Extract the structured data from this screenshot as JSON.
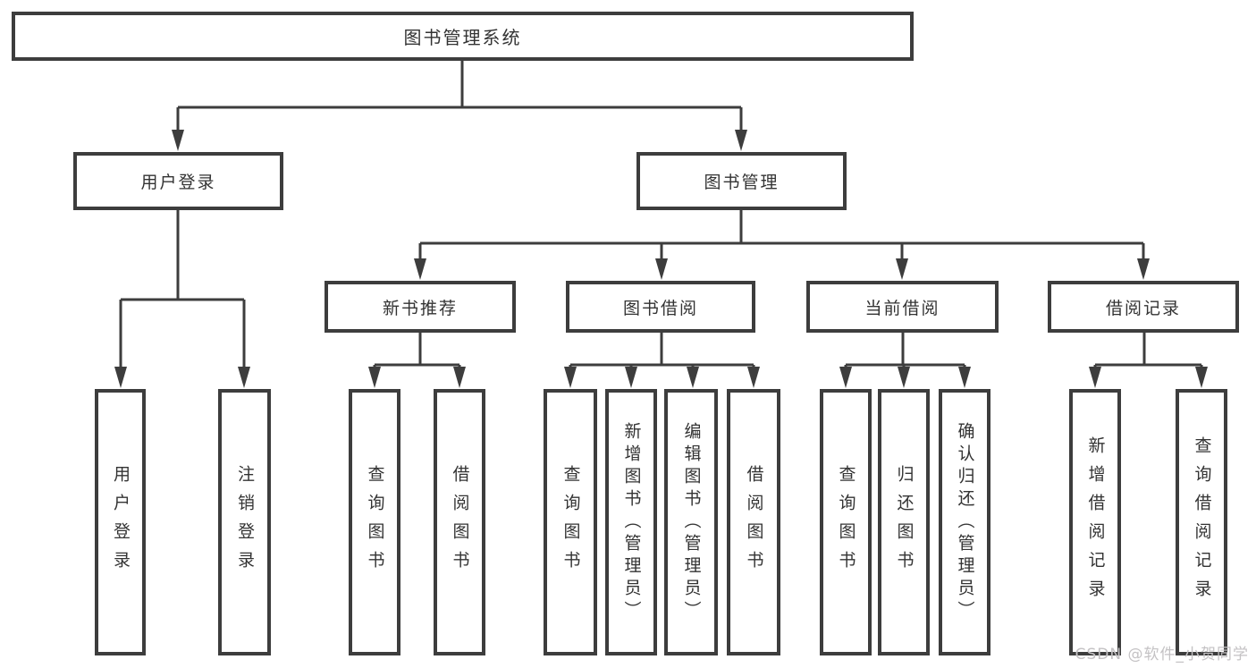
{
  "colors": {
    "line": "#3d3d3d",
    "text": "#333333",
    "watermark": "#c4c2c4",
    "background": "#ffffff"
  },
  "nodes": {
    "root": {
      "label": "图书管理系统"
    },
    "user_login": {
      "label": "用户登录"
    },
    "book_mgmt": {
      "label": "图书管理"
    },
    "new_book_rec": {
      "label": "新书推荐"
    },
    "book_borrow": {
      "label": "图书借阅"
    },
    "current_borrow": {
      "label": "当前借阅"
    },
    "borrow_records": {
      "label": "借阅记录"
    },
    "leaf_user_login": {
      "label": "用户登录"
    },
    "leaf_logout": {
      "label": "注销登录"
    },
    "leaf_query_book_1": {
      "label": "查询图书"
    },
    "leaf_borrow_book_1": {
      "label": "借阅图书"
    },
    "leaf_query_book_2": {
      "label": "查询图书"
    },
    "leaf_add_book": {
      "label": "新增图书（管理员）"
    },
    "leaf_edit_book": {
      "label": "编辑图书（管理员）"
    },
    "leaf_borrow_book_2": {
      "label": "借阅图书"
    },
    "leaf_query_book_3": {
      "label": "查询图书"
    },
    "leaf_return_book": {
      "label": "归还图书"
    },
    "leaf_confirm_return": {
      "label": "确认归还（管理员）"
    },
    "leaf_add_borrow_record": {
      "label": "新增借阅记录"
    },
    "leaf_query_borrow_record": {
      "label": "查询借阅记录"
    }
  },
  "watermark": {
    "text": "CSDN @软件_小贺同学"
  }
}
